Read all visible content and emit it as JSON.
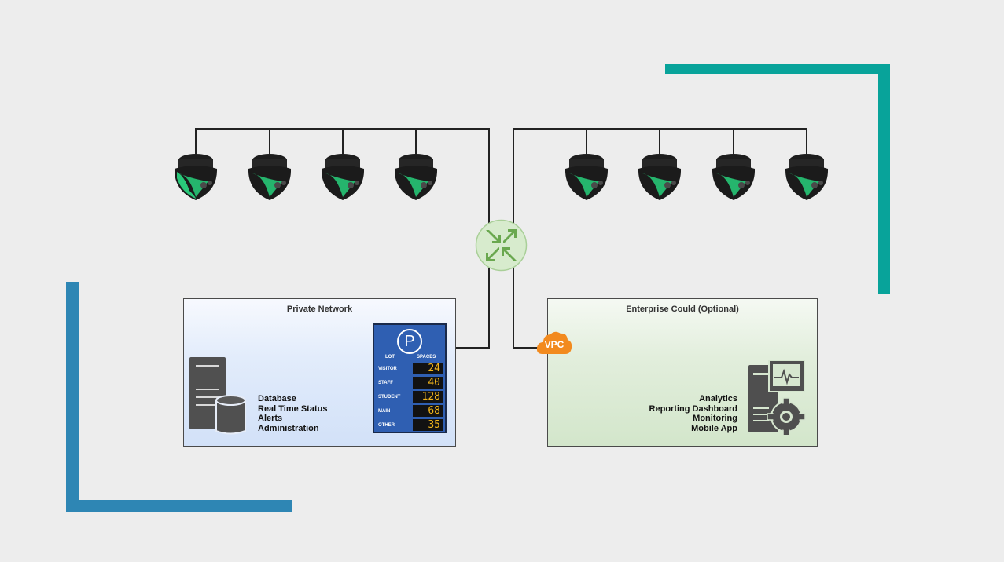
{
  "private_network": {
    "title": "Private Network",
    "items": [
      "Database",
      "Real Time Status",
      "Alerts",
      "Administration"
    ]
  },
  "enterprise_cloud": {
    "title": "Enterprise Could (Optional)",
    "items": [
      "Analytics",
      "Reporting Dashboard",
      "Monitoring",
      "Mobile App"
    ],
    "vpc_label": "VPC"
  },
  "parking_sign": {
    "symbol": "P",
    "header_lot": "LOT",
    "header_spaces": "SPACES",
    "rows": [
      {
        "label": "VISITOR",
        "value": "24"
      },
      {
        "label": "STAFF",
        "value": "40"
      },
      {
        "label": "STUDENT",
        "value": "128"
      },
      {
        "label": "MAIN",
        "value": "68"
      },
      {
        "label": "OTHER",
        "value": "35"
      }
    ]
  },
  "icons": {
    "sensor": "parking-sensor-icon",
    "router": "router-icon",
    "server": "server-database-icon",
    "cloud": "cloud-vpc-icon",
    "monitor": "server-monitor-gear-icon"
  },
  "colors": {
    "teal_accent": "#08a39a",
    "blue_accent": "#2e86b4",
    "sensor_green": "#27d17a",
    "sign_blue": "#2f5fb2",
    "sign_digits": "#f1b51c",
    "vpc_orange": "#f28a1e"
  }
}
